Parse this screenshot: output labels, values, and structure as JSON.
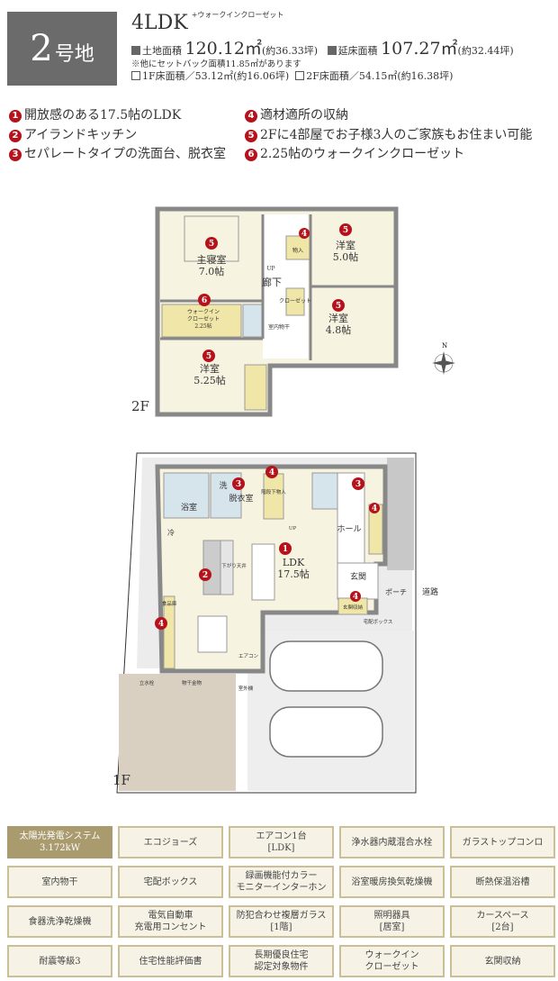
{
  "lot": {
    "number": "2",
    "suffix": "号地"
  },
  "summary": {
    "layout": "4LDK",
    "layout_note": "+ウォークインクローゼット",
    "land_label": "土地面積",
    "land_area": "120.12㎡",
    "land_tsubo": "(約36.33坪)",
    "floor_label": "延床面積",
    "floor_area": "107.27㎡",
    "floor_tsubo": "(約32.44坪)",
    "setback_note": "※他にセットバック面積11.85㎡があります",
    "f1": "1F床面積／53.12㎡(約16.06坪)",
    "f2": "2F床面積／54.15㎡(約16.38坪)"
  },
  "features": [
    {
      "n": "1",
      "text": "開放感のある17.5帖のLDK"
    },
    {
      "n": "2",
      "text": "アイランドキッチン"
    },
    {
      "n": "3",
      "text": "セパレートタイプの洗面台、脱衣室"
    },
    {
      "n": "4",
      "text": "適材適所の収納"
    },
    {
      "n": "5",
      "text": "2Fに4部屋でお子様3人のご家族もお住まい可能"
    },
    {
      "n": "6",
      "text": "2.25帖のウォークインクローゼット"
    }
  ],
  "plan2f": {
    "label": "2F",
    "rooms": {
      "master": "主寝室",
      "master_size": "7.0帖",
      "r1": "洋室",
      "r1_size": "5.0帖",
      "r2": "洋室",
      "r2_size": "4.8帖",
      "r3": "洋室",
      "r3_size": "5.25帖",
      "wic": "ウォークイン",
      "wic2": "クローゼット",
      "wic_size": "2.25帖",
      "hall": "廊下",
      "up": "UP",
      "storage": "物入",
      "closet": "クローゼット",
      "dry": "室内物干"
    }
  },
  "compass": "N",
  "plan1f": {
    "label": "1F",
    "road": "道路",
    "rooms": {
      "ldk": "LDK",
      "ldk_size": "17.5帖",
      "bath": "浴室",
      "wash": "洗",
      "dress": "脱衣室",
      "stair_storage": "階段下物入",
      "hall": "ホール",
      "entrance": "玄関",
      "entrance_storage": "玄関収納",
      "porch": "ポーチ",
      "fridge": "冷",
      "pantry": "食品庫",
      "aircon": "エアコン",
      "up": "UP",
      "faucet": "立水栓",
      "outdoor": "室外機",
      "delivery": "宅配ボックス",
      "dry_hw": "物干金物",
      "ceiling": "下がり天井"
    }
  },
  "equipment": [
    {
      "label": "太陽光発電システム\n3.172kW",
      "highlight": true
    },
    {
      "label": "エコジョーズ"
    },
    {
      "label": "エアコン1台\n[LDK]"
    },
    {
      "label": "浄水器内蔵混合水栓"
    },
    {
      "label": "ガラストップコンロ"
    },
    {
      "label": "室内物干"
    },
    {
      "label": "宅配ボックス"
    },
    {
      "label": "録画機能付カラー\nモニターインターホン"
    },
    {
      "label": "浴室暖房換気乾燥機"
    },
    {
      "label": "断熱保温浴槽"
    },
    {
      "label": "食器洗浄乾燥機"
    },
    {
      "label": "電気自動車\n充電用コンセント"
    },
    {
      "label": "防犯合わせ複層ガラス\n[1階]"
    },
    {
      "label": "照明器具\n[居室]"
    },
    {
      "label": "カースペース\n[2台]"
    },
    {
      "label": "耐震等級3"
    },
    {
      "label": "住宅性能評価書"
    },
    {
      "label": "長期優良住宅\n認定対象物件"
    },
    {
      "label": "ウォークイン\nクローゼット"
    },
    {
      "label": "玄関収納"
    }
  ],
  "colors": {
    "accent": "#b5121b",
    "header_box": "#6b6b6b",
    "cell_bg": "#f6f3e6",
    "cell_border": "#cbbf95",
    "highlight": "#a99b6e",
    "room": "#f7f3e1",
    "wet": "#d6e4ec",
    "storage": "#efe6a8"
  }
}
